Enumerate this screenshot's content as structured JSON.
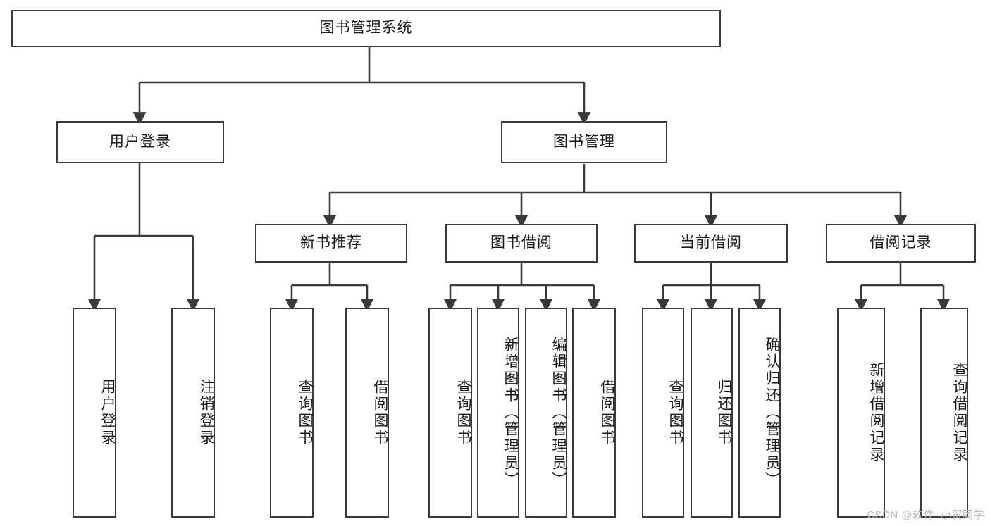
{
  "diagram": {
    "type": "hierarchy-tree",
    "title": "图书管理系统",
    "root": {
      "id": "root",
      "label": "图书管理系统"
    },
    "level1": [
      {
        "id": "user-login",
        "label": "用户登录"
      },
      {
        "id": "book-manage",
        "label": "图书管理"
      }
    ],
    "level2": [
      {
        "id": "new-book-recommend",
        "label": "新书推荐",
        "parent": "book-manage"
      },
      {
        "id": "book-borrow",
        "label": "图书借阅",
        "parent": "book-manage"
      },
      {
        "id": "current-borrow",
        "label": "当前借阅",
        "parent": "book-manage"
      },
      {
        "id": "borrow-record",
        "label": "借阅记录",
        "parent": "book-manage"
      }
    ],
    "leaves": [
      {
        "id": "leaf-user-login",
        "label": "用户登录",
        "parent": "user-login"
      },
      {
        "id": "leaf-logout",
        "label": "注销登录",
        "parent": "user-login"
      },
      {
        "id": "leaf-query-book-1",
        "label": "查询图书",
        "parent": "new-book-recommend"
      },
      {
        "id": "leaf-borrow-book-1",
        "label": "借阅图书",
        "parent": "new-book-recommend"
      },
      {
        "id": "leaf-query-book-2",
        "label": "查询图书",
        "parent": "book-borrow"
      },
      {
        "id": "leaf-add-book",
        "label": "新增图书（管理员）",
        "parent": "book-borrow"
      },
      {
        "id": "leaf-edit-book",
        "label": "编辑图书（管理员）",
        "parent": "book-borrow"
      },
      {
        "id": "leaf-borrow-book-2",
        "label": "借阅图书",
        "parent": "book-borrow"
      },
      {
        "id": "leaf-query-book-3",
        "label": "查询图书",
        "parent": "current-borrow"
      },
      {
        "id": "leaf-return-book",
        "label": "归还图书",
        "parent": "current-borrow"
      },
      {
        "id": "leaf-confirm-return",
        "label": "确认归还（管理员）",
        "parent": "current-borrow"
      },
      {
        "id": "leaf-add-record",
        "label": "新增借阅记录",
        "parent": "borrow-record"
      },
      {
        "id": "leaf-query-record",
        "label": "查询借阅记录",
        "parent": "borrow-record"
      }
    ],
    "watermark": "CSDN @软件_小贺同学",
    "colors": {
      "stroke": "#3a3a3a",
      "text": "#1a1a1a",
      "background": "#ffffff",
      "watermark": "#b9b9b9"
    }
  }
}
